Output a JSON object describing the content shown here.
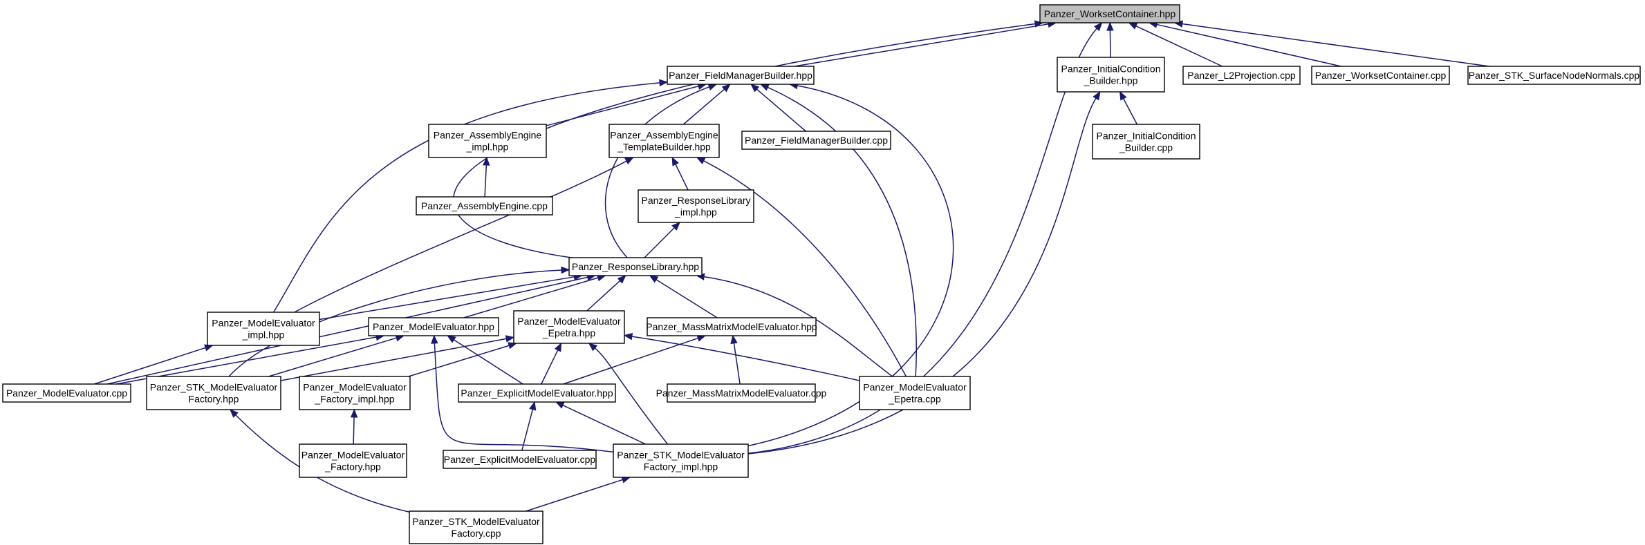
{
  "graph": {
    "root_id": "wc_hpp",
    "colors": {
      "edge": "#191970",
      "root_fill": "#bfbfbf",
      "node_fill": "#ffffff",
      "border": "#000000"
    },
    "nodes": [
      {
        "id": "wc_hpp",
        "lines": [
          "Panzer_WorksetContainer.hpp"
        ]
      },
      {
        "id": "fmb_hpp",
        "lines": [
          "Panzer_FieldManagerBuilder.hpp"
        ]
      },
      {
        "id": "icb_hpp",
        "lines": [
          "Panzer_InitialCondition",
          "_Builder.hpp"
        ]
      },
      {
        "id": "l2p_cpp",
        "lines": [
          "Panzer_L2Projection.cpp"
        ]
      },
      {
        "id": "wc_cpp",
        "lines": [
          "Panzer_WorksetContainer.cpp"
        ]
      },
      {
        "id": "stk_snn_cpp",
        "lines": [
          "Panzer_STK_SurfaceNodeNormals.cpp"
        ]
      },
      {
        "id": "ae_impl_hpp",
        "lines": [
          "Panzer_AssemblyEngine",
          "_impl.hpp"
        ]
      },
      {
        "id": "ae_tb_hpp",
        "lines": [
          "Panzer_AssemblyEngine",
          "_TemplateBuilder.hpp"
        ]
      },
      {
        "id": "fmb_cpp",
        "lines": [
          "Panzer_FieldManagerBuilder.cpp"
        ]
      },
      {
        "id": "icb_cpp",
        "lines": [
          "Panzer_InitialCondition",
          "_Builder.cpp"
        ]
      },
      {
        "id": "ae_cpp",
        "lines": [
          "Panzer_AssemblyEngine.cpp"
        ]
      },
      {
        "id": "rl_impl_hpp",
        "lines": [
          "Panzer_ResponseLibrary",
          "_impl.hpp"
        ]
      },
      {
        "id": "rl_hpp",
        "lines": [
          "Panzer_ResponseLibrary.hpp"
        ]
      },
      {
        "id": "me_impl_hpp",
        "lines": [
          "Panzer_ModelEvaluator",
          "_impl.hpp"
        ]
      },
      {
        "id": "me_hpp",
        "lines": [
          "Panzer_ModelEvaluator.hpp"
        ]
      },
      {
        "id": "me_ep_hpp",
        "lines": [
          "Panzer_ModelEvaluator",
          "_Epetra.hpp"
        ]
      },
      {
        "id": "mmme_hpp",
        "lines": [
          "Panzer_MassMatrixModelEvaluator.hpp"
        ]
      },
      {
        "id": "me_cpp",
        "lines": [
          "Panzer_ModelEvaluator.cpp"
        ]
      },
      {
        "id": "stk_mef_hpp",
        "lines": [
          "Panzer_STK_ModelEvaluator",
          "Factory.hpp"
        ]
      },
      {
        "id": "me_fimpl_hpp",
        "lines": [
          "Panzer_ModelEvaluator",
          "_Factory_impl.hpp"
        ]
      },
      {
        "id": "eme_hpp",
        "lines": [
          "Panzer_ExplicitModelEvaluator.hpp"
        ]
      },
      {
        "id": "mmme_cpp",
        "lines": [
          "Panzer_MassMatrixModelEvaluator.cpp"
        ]
      },
      {
        "id": "me_ep_cpp",
        "lines": [
          "Panzer_ModelEvaluator",
          "_Epetra.cpp"
        ]
      },
      {
        "id": "me_f_hpp",
        "lines": [
          "Panzer_ModelEvaluator",
          "_Factory.hpp"
        ]
      },
      {
        "id": "eme_cpp",
        "lines": [
          "Panzer_ExplicitModelEvaluator.cpp"
        ]
      },
      {
        "id": "stk_mefi_hpp",
        "lines": [
          "Panzer_STK_ModelEvaluator",
          "Factory_impl.hpp"
        ]
      },
      {
        "id": "stk_mef_cpp",
        "lines": [
          "Panzer_STK_ModelEvaluator",
          "Factory.cpp"
        ]
      }
    ],
    "edges": [
      {
        "from": "fmb_hpp",
        "to": "wc_hpp"
      },
      {
        "from": "rl_hpp",
        "to": "wc_hpp"
      },
      {
        "from": "stk_mefi_hpp",
        "to": "wc_hpp"
      },
      {
        "from": "icb_hpp",
        "to": "wc_hpp"
      },
      {
        "from": "l2p_cpp",
        "to": "wc_hpp"
      },
      {
        "from": "wc_cpp",
        "to": "wc_hpp"
      },
      {
        "from": "stk_snn_cpp",
        "to": "wc_hpp"
      },
      {
        "from": "me_impl_hpp",
        "to": "fmb_hpp"
      },
      {
        "from": "ae_impl_hpp",
        "to": "fmb_hpp"
      },
      {
        "from": "ae_tb_hpp",
        "to": "fmb_hpp"
      },
      {
        "from": "fmb_cpp",
        "to": "fmb_hpp"
      },
      {
        "from": "rl_hpp",
        "to": "fmb_hpp"
      },
      {
        "from": "me_ep_cpp",
        "to": "fmb_hpp"
      },
      {
        "from": "stk_mefi_hpp",
        "to": "fmb_hpp"
      },
      {
        "from": "icb_cpp",
        "to": "icb_hpp"
      },
      {
        "from": "stk_mefi_hpp",
        "to": "icb_hpp"
      },
      {
        "from": "ae_cpp",
        "to": "ae_impl_hpp"
      },
      {
        "from": "rl_impl_hpp",
        "to": "ae_tb_hpp"
      },
      {
        "from": "me_impl_hpp",
        "to": "ae_tb_hpp"
      },
      {
        "from": "me_ep_cpp",
        "to": "ae_tb_hpp"
      },
      {
        "from": "rl_hpp",
        "to": "rl_impl_hpp"
      },
      {
        "from": "me_impl_hpp",
        "to": "rl_hpp"
      },
      {
        "from": "me_hpp",
        "to": "rl_hpp"
      },
      {
        "from": "me_ep_hpp",
        "to": "rl_hpp"
      },
      {
        "from": "mmme_hpp",
        "to": "rl_hpp"
      },
      {
        "from": "stk_mef_hpp",
        "to": "rl_hpp"
      },
      {
        "from": "me_ep_cpp",
        "to": "rl_hpp"
      },
      {
        "from": "me_cpp",
        "to": "rl_hpp"
      },
      {
        "from": "me_cpp",
        "to": "me_impl_hpp"
      },
      {
        "from": "me_cpp",
        "to": "me_hpp"
      },
      {
        "from": "stk_mef_hpp",
        "to": "me_hpp"
      },
      {
        "from": "eme_hpp",
        "to": "me_hpp"
      },
      {
        "from": "stk_mefi_hpp",
        "to": "me_hpp"
      },
      {
        "from": "stk_mef_hpp",
        "to": "me_ep_hpp"
      },
      {
        "from": "me_fimpl_hpp",
        "to": "me_ep_hpp"
      },
      {
        "from": "eme_hpp",
        "to": "me_ep_hpp"
      },
      {
        "from": "stk_mefi_hpp",
        "to": "me_ep_hpp"
      },
      {
        "from": "me_ep_cpp",
        "to": "me_ep_hpp"
      },
      {
        "from": "eme_hpp",
        "to": "mmme_hpp"
      },
      {
        "from": "mmme_cpp",
        "to": "mmme_hpp"
      },
      {
        "from": "me_f_hpp",
        "to": "me_fimpl_hpp"
      },
      {
        "from": "eme_cpp",
        "to": "eme_hpp"
      },
      {
        "from": "stk_mefi_hpp",
        "to": "eme_hpp"
      },
      {
        "from": "stk_mef_cpp",
        "to": "stk_mef_hpp"
      },
      {
        "from": "stk_mef_cpp",
        "to": "stk_mefi_hpp"
      }
    ]
  }
}
